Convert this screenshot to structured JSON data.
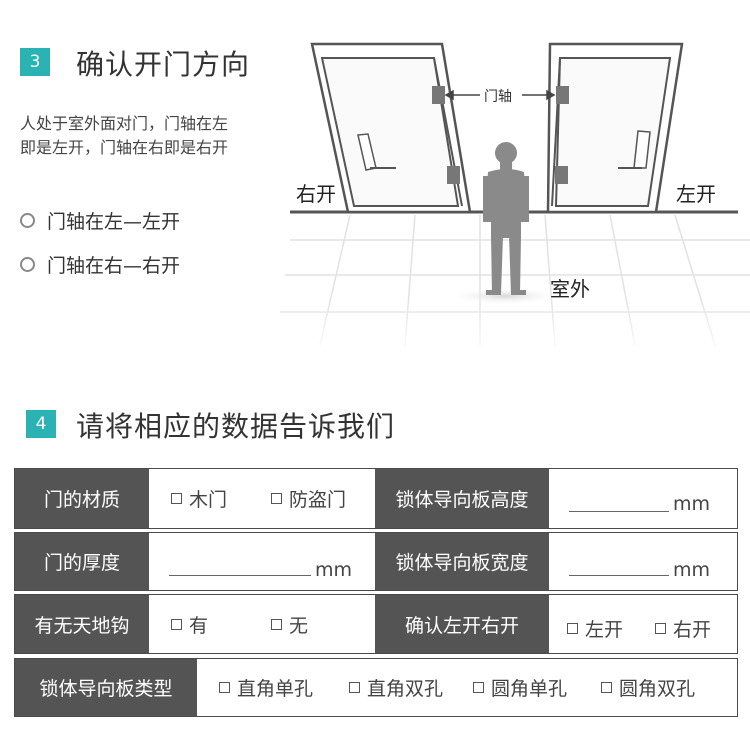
{
  "section3": {
    "number": "3",
    "title": "确认开门方向",
    "description_line1": "人处于室外面对门，门轴在左",
    "description_line2": "即是左开，门轴在右即是右开",
    "option1": "门轴在左—左开",
    "option2": "门轴在右—右开"
  },
  "scene": {
    "right_open": "右开",
    "left_open": "左开",
    "shaft": "门轴",
    "outside": "室外"
  },
  "section4": {
    "number": "4",
    "title": "请将相应的数据告诉我们"
  },
  "form": {
    "material_label": "门的材质",
    "material_opt1": "木门",
    "material_opt2": "防盗门",
    "guide_height_label": "锁体导向板高度",
    "thickness_label": "门的厚度",
    "guide_width_label": "锁体导向板宽度",
    "hook_label": "有无天地钩",
    "hook_opt1": "有",
    "hook_opt2": "无",
    "direction_label": "确认左开右开",
    "direction_opt1": "左开",
    "direction_opt2": "右开",
    "guide_type_label": "锁体导向板类型",
    "type_opt1": "直角单孔",
    "type_opt2": "直角双孔",
    "type_opt3": "圆角单孔",
    "type_opt4": "圆角双孔",
    "unit_mm": "mm"
  },
  "colors": {
    "accent": "#2bb3b3",
    "header_bg": "#545454"
  }
}
